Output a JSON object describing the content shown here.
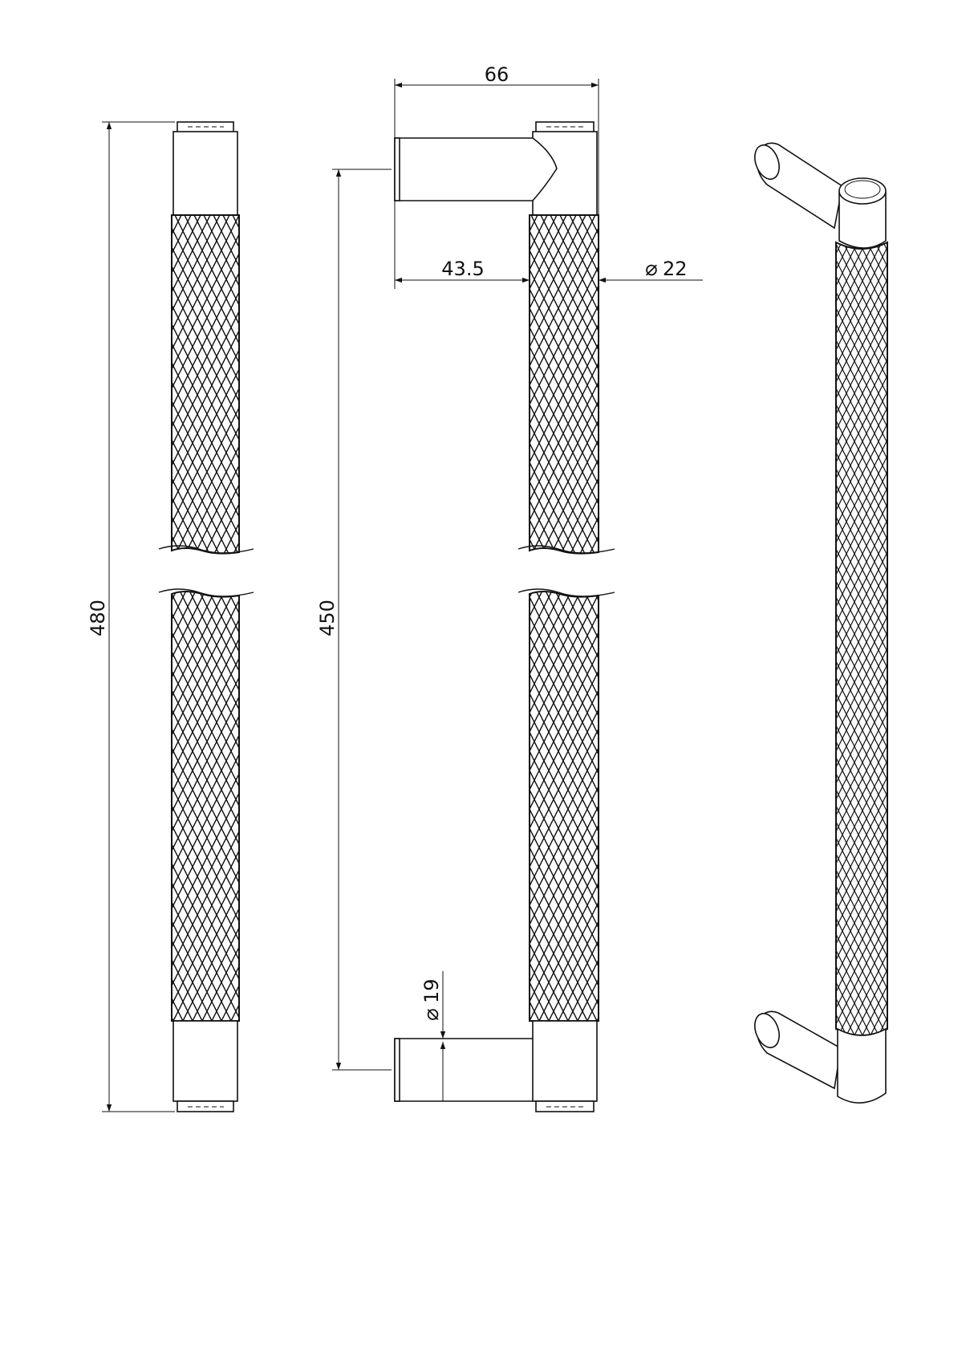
{
  "dimensions": {
    "overall_length": "480",
    "hole_centres": "450",
    "projection": "66",
    "stand_off": "43.5",
    "bar_diameter": "22",
    "leg_diameter": "19"
  },
  "diameter_symbol": "⌀",
  "colors": {
    "line": "#111111",
    "background": "#ffffff"
  }
}
